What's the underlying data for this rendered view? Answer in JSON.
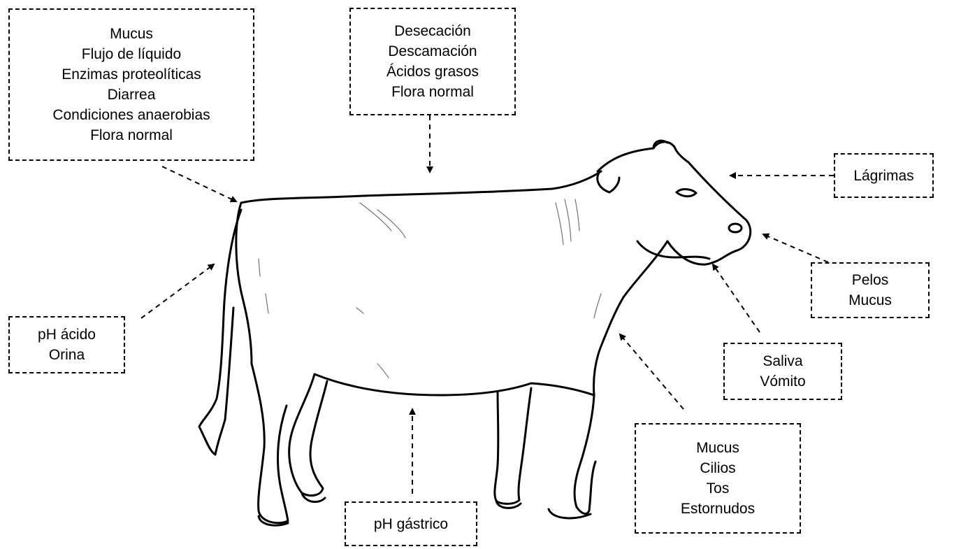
{
  "boxes": {
    "intestine": [
      "Mucus",
      "Flujo de líquido",
      "Enzimas proteolíticas",
      "Diarrea",
      "Condiciones anaerobias",
      "Flora normal"
    ],
    "skin": [
      "Desecación",
      "Descamación",
      "Ácidos grasos",
      "Flora normal"
    ],
    "eyes": [
      "Lágrimas"
    ],
    "nose": [
      "Pelos",
      "Mucus"
    ],
    "mouth": [
      "Saliva",
      "Vómito"
    ],
    "respiratory": [
      "Mucus",
      "Cilios",
      "Tos",
      "Estornudos"
    ],
    "stomach": [
      "pH gástrico"
    ],
    "urogenital": [
      "pH ácido",
      "Orina"
    ]
  },
  "colors": {
    "ink": "#000000",
    "background": "#ffffff"
  },
  "illustration": "cow-outline"
}
